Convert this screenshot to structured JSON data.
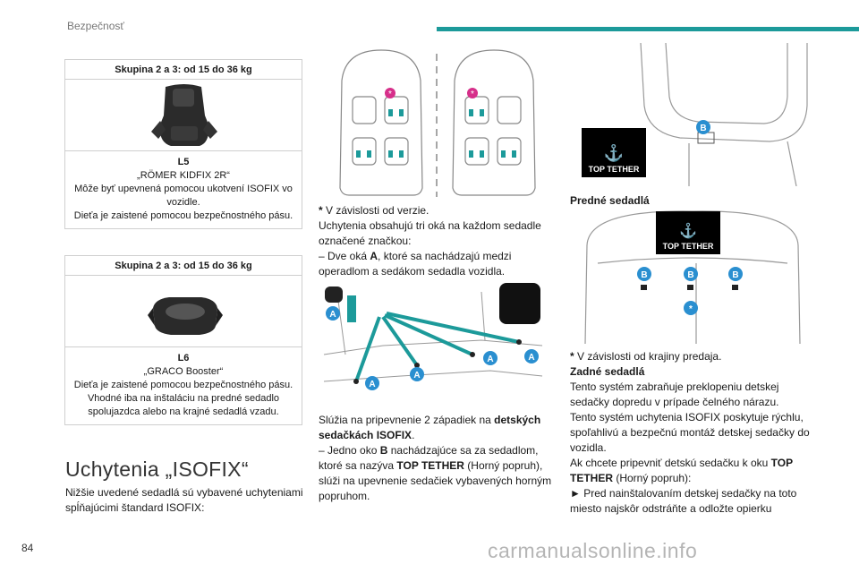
{
  "header": {
    "section": "Bezpečnosť"
  },
  "page_number": "84",
  "tables": [
    {
      "heading": "Skupina 2 a 3: od 15 do 36 kg",
      "code": "L5",
      "lines": [
        "„RÖMER KIDFIX 2R“",
        "Môže byť upevnená pomocou ukotvení ISOFIX vo vozidle.",
        "Dieťa je zaistené pomocou bezpečnostného pásu."
      ]
    },
    {
      "heading": "Skupina 2 a 3: od 15 do 36 kg",
      "code": "L6",
      "lines": [
        "„GRACO Booster“",
        "Dieťa je zaistené pomocou bezpečnostného pásu.",
        "Vhodné iba na inštaláciu na predné sedadlo spolujazdca alebo na krajné sedadlá vzadu."
      ]
    }
  ],
  "isofix": {
    "title": "Uchytenia „ISOFIX“",
    "intro": "Nižšie uvedené sedadlá sú vybavené uchyteniami spĺňajúcimi štandard ISOFIX:"
  },
  "col2": {
    "note_star": "*",
    "note": " V závislosti od verzie.",
    "p1": "Uchytenia obsahujú tri oká na každom sedadle označené značkou:",
    "p2_pre": "– Dve oká ",
    "p2_bold": "A",
    "p2_post": ", ktoré sa nachádzajú medzi operadlom a sedákom sedadla vozidla.",
    "p3_pre": "Slúžia na pripevnenie 2 západiek na ",
    "p3_bold": "detských sedačkách ISOFIX",
    "p3_post": ".",
    "p4_pre": "– Jedno oko ",
    "p4_b1": "B",
    "p4_mid": " nachádzajúce sa za sedadlom, ktoré sa nazýva ",
    "p4_b2": "TOP TETHER",
    "p4_post": " (Horný popruh), slúži na upevnenie sedačiek vybavených horným popruhom."
  },
  "col3": {
    "front_seats": "Predné sedadlá",
    "note_star": "*",
    "note": " V závislosti od krajiny predaja.",
    "rear_seats": "Zadné sedadlá",
    "p1": "Tento systém zabraňuje preklopeniu detskej sedačky dopredu v prípade čelného nárazu.",
    "p2": "Tento systém uchytenia ISOFIX poskytuje rýchlu, spoľahlivú a bezpečnú montáž detskej sedačky do vozidla.",
    "p3_pre": "Ak chcete pripevniť detskú sedačku k oku ",
    "p3_bold": "TOP TETHER",
    "p3_post": " (Horný popruh):",
    "p4": "► Pred nainštalovaním detskej sedačky na toto miesto najskôr odstráňte a odložte opierku"
  },
  "labels": {
    "top_tether": "TOP TETHER",
    "a": "A",
    "b": "B",
    "star": "*"
  },
  "watermark": "carmanualsonline.info",
  "colors": {
    "accent": "#1c9a9a",
    "label_blue": "#2a8fd0"
  }
}
